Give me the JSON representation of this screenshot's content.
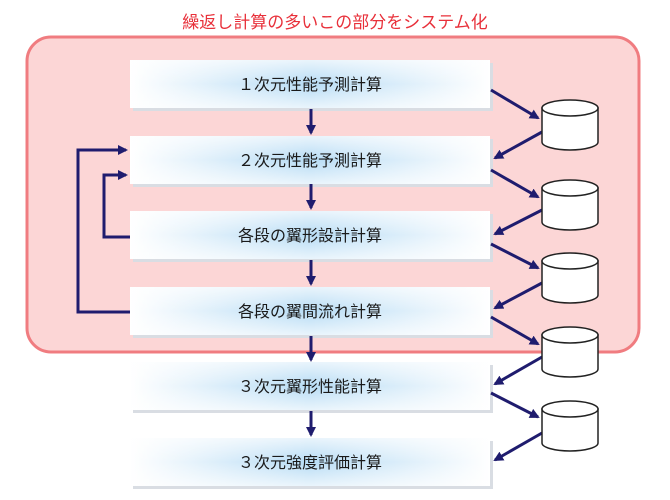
{
  "title": "繰返し計算の多いこの部分をシステム化",
  "colors": {
    "title": "#e8303a",
    "region_fill": "#fcd6d6",
    "region_stroke": "#f07c80",
    "arrow": "#1f1c6e",
    "box_light": "#ffffff",
    "box_center": "#a8d4f2"
  },
  "steps": [
    {
      "label": "１次元性能予測計算"
    },
    {
      "label": "２次元性能予測計算"
    },
    {
      "label": "各段の翼形設計計算"
    },
    {
      "label": "各段の翼間流れ計算"
    },
    {
      "label": "３次元翼形性能計算"
    },
    {
      "label": "３次元強度評価計算"
    }
  ],
  "databases": [
    {
      "id": "db-1"
    },
    {
      "id": "db-2"
    },
    {
      "id": "db-3"
    },
    {
      "id": "db-4"
    },
    {
      "id": "db-5"
    }
  ]
}
